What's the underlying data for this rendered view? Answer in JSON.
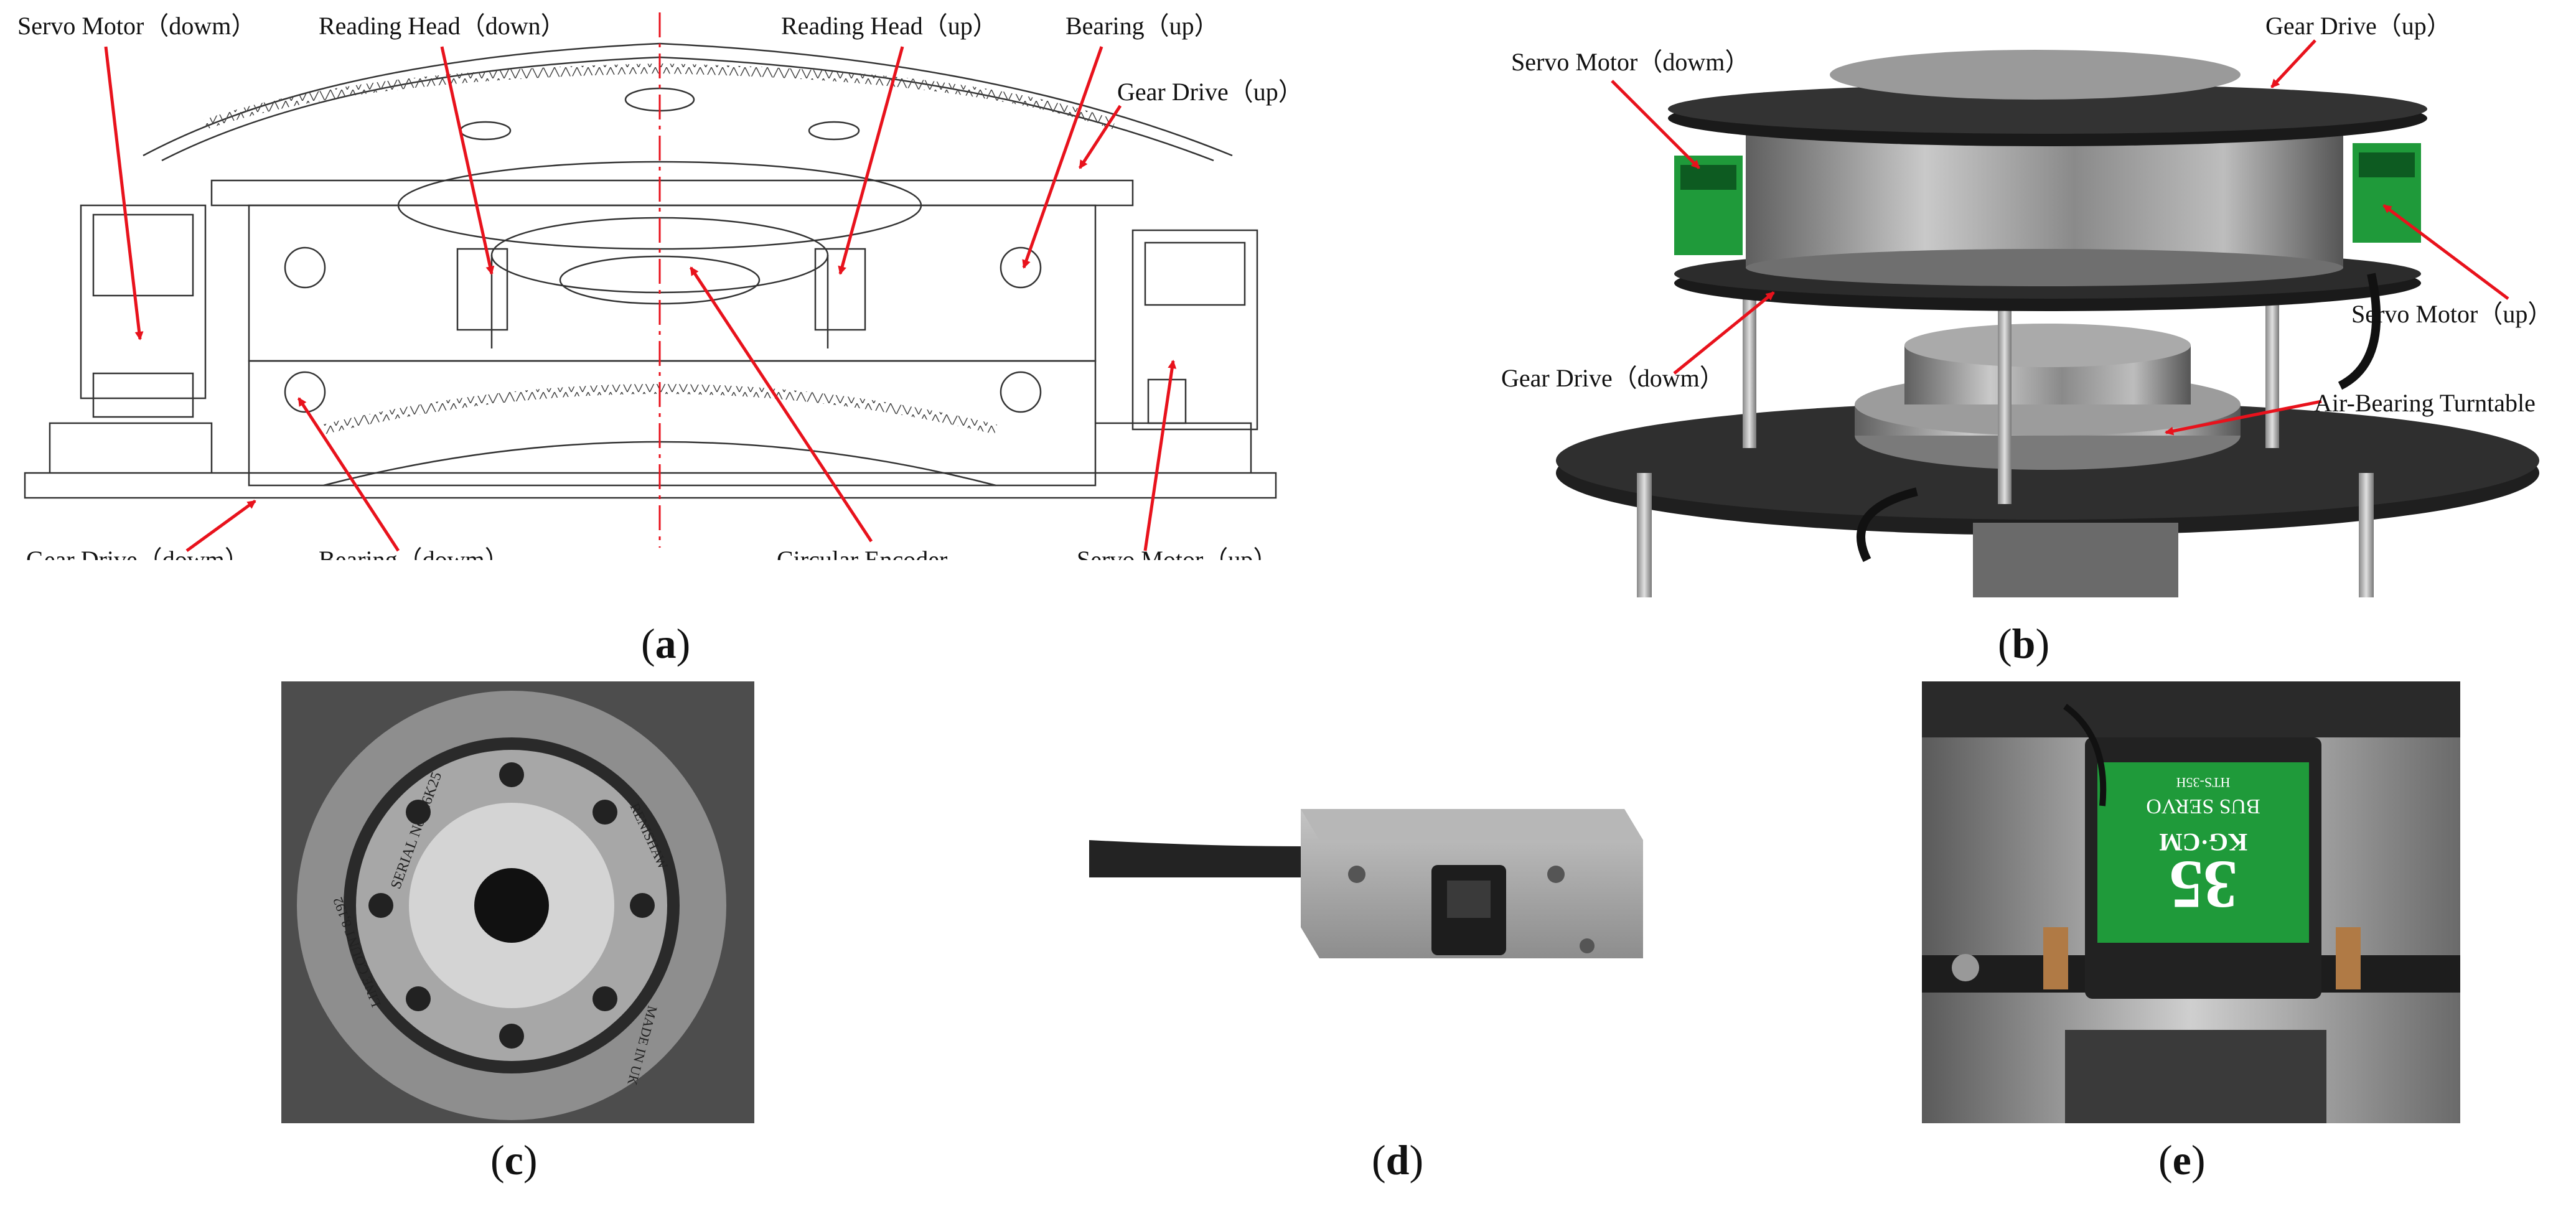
{
  "panel_labels": {
    "a": "a",
    "b": "b",
    "c": "c",
    "d": "d",
    "e": "e"
  },
  "panel_a": {
    "labels": {
      "servo_motor_down": "Servo Motor（dowm）",
      "reading_head_down": "Reading Head（down）",
      "reading_head_up": "Reading Head（up）",
      "bearing_up": "Bearing（up）",
      "gear_drive_up": "Gear Drive（up）",
      "gear_drive_down": "Gear Drive（dowm）",
      "bearing_down": "Bearing（dowm）",
      "circular_encoder": "Circular Encoder",
      "servo_motor_up": "Servo Motor（up）"
    }
  },
  "panel_b": {
    "labels": {
      "servo_motor_down": "Servo Motor（dowm）",
      "gear_drive_up": "Gear Drive（up）",
      "servo_motor_up": "Servo Motor（up）",
      "gear_drive_down": "Gear Drive（dowm）",
      "air_bearing_turntable": "Air-Bearing Turntable"
    }
  },
  "panel_c": {
    "engraving": {
      "serial": "SERIAL No 9I6K25",
      "brand": "RENISHAW",
      "line_count": "LINE COUNT 8,192",
      "made_in": "MADE IN UK"
    }
  },
  "panel_e": {
    "servo_label": {
      "torque": "35",
      "unit": "KG·CM",
      "bus": "BUS SERVO",
      "model": "HTS-35H"
    }
  },
  "colors": {
    "arrow": "#e8121c",
    "line_art": "#333333",
    "photo_dark": "#2b2b2b",
    "servo_green": "#1f9a3a"
  }
}
